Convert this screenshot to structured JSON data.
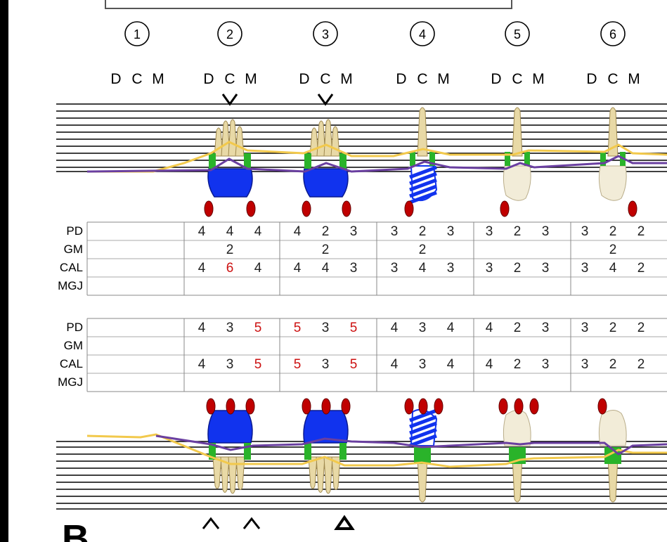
{
  "teeth": [
    {
      "number": "1",
      "surfaces": [
        "D",
        "C",
        "M"
      ]
    },
    {
      "number": "2",
      "surfaces": [
        "D",
        "C",
        "M"
      ]
    },
    {
      "number": "3",
      "surfaces": [
        "D",
        "C",
        "M"
      ]
    },
    {
      "number": "4",
      "surfaces": [
        "D",
        "C",
        "M"
      ]
    },
    {
      "number": "5",
      "surfaces": [
        "D",
        "C",
        "M"
      ]
    },
    {
      "number": "6",
      "surfaces": [
        "D",
        "C",
        "M"
      ]
    }
  ],
  "upper_table": {
    "row_labels": [
      "PD",
      "GM",
      "CAL",
      "MGJ"
    ],
    "rows": [
      [
        [
          "",
          "",
          ""
        ],
        [
          "4",
          "4",
          "4"
        ],
        [
          "4",
          "2",
          "3"
        ],
        [
          "3",
          "2",
          "3"
        ],
        [
          "3",
          "2",
          "3"
        ],
        [
          "3",
          "2",
          "2"
        ]
      ],
      [
        [
          "",
          "",
          ""
        ],
        [
          "",
          "2",
          ""
        ],
        [
          "",
          "2",
          ""
        ],
        [
          "",
          "2",
          ""
        ],
        [
          "",
          "",
          ""
        ],
        [
          "",
          "2",
          ""
        ]
      ],
      [
        [
          "",
          "",
          ""
        ],
        [
          "4",
          "6",
          "4"
        ],
        [
          "4",
          "4",
          "3"
        ],
        [
          "3",
          "4",
          "3"
        ],
        [
          "3",
          "2",
          "3"
        ],
        [
          "3",
          "4",
          "2"
        ]
      ],
      [
        [
          "",
          "",
          ""
        ],
        [
          "",
          "",
          ""
        ],
        [
          "",
          "",
          ""
        ],
        [
          "",
          "",
          ""
        ],
        [
          "",
          "",
          ""
        ],
        [
          "",
          "",
          ""
        ]
      ]
    ],
    "highlights": [
      [
        2,
        1,
        1
      ]
    ]
  },
  "lower_table": {
    "row_labels": [
      "PD",
      "GM",
      "CAL",
      "MGJ"
    ],
    "rows": [
      [
        [
          "",
          "",
          ""
        ],
        [
          "4",
          "3",
          "5"
        ],
        [
          "5",
          "3",
          "5"
        ],
        [
          "4",
          "3",
          "4"
        ],
        [
          "4",
          "2",
          "3"
        ],
        [
          "3",
          "2",
          "2"
        ]
      ],
      [
        [
          "",
          "",
          ""
        ],
        [
          "",
          "",
          ""
        ],
        [
          "",
          "",
          ""
        ],
        [
          "",
          "",
          ""
        ],
        [
          "",
          "",
          ""
        ],
        [
          "",
          "",
          ""
        ]
      ],
      [
        [
          "",
          "",
          ""
        ],
        [
          "4",
          "3",
          "5"
        ],
        [
          "5",
          "3",
          "5"
        ],
        [
          "4",
          "3",
          "4"
        ],
        [
          "4",
          "2",
          "3"
        ],
        [
          "3",
          "2",
          "2"
        ]
      ],
      [
        [
          "",
          "",
          ""
        ],
        [
          "",
          "",
          ""
        ],
        [
          "",
          "",
          ""
        ],
        [
          "",
          "",
          ""
        ],
        [
          "",
          "",
          ""
        ],
        [
          "",
          "",
          ""
        ]
      ]
    ],
    "highlights": [
      [
        0,
        1,
        2
      ],
      [
        0,
        2,
        0
      ],
      [
        0,
        2,
        2
      ],
      [
        2,
        1,
        2
      ],
      [
        2,
        2,
        0
      ],
      [
        2,
        2,
        2
      ]
    ]
  },
  "colors": {
    "highlight": "#cc1111",
    "filling": "#1133ee",
    "gingival_line": "#f2c94c",
    "probing_line": "#6a3fa0",
    "probing_marker": "#c00000",
    "attachment_band": "#2ab32a",
    "tooth": "#e8d9a6"
  },
  "figure_label": "B"
}
